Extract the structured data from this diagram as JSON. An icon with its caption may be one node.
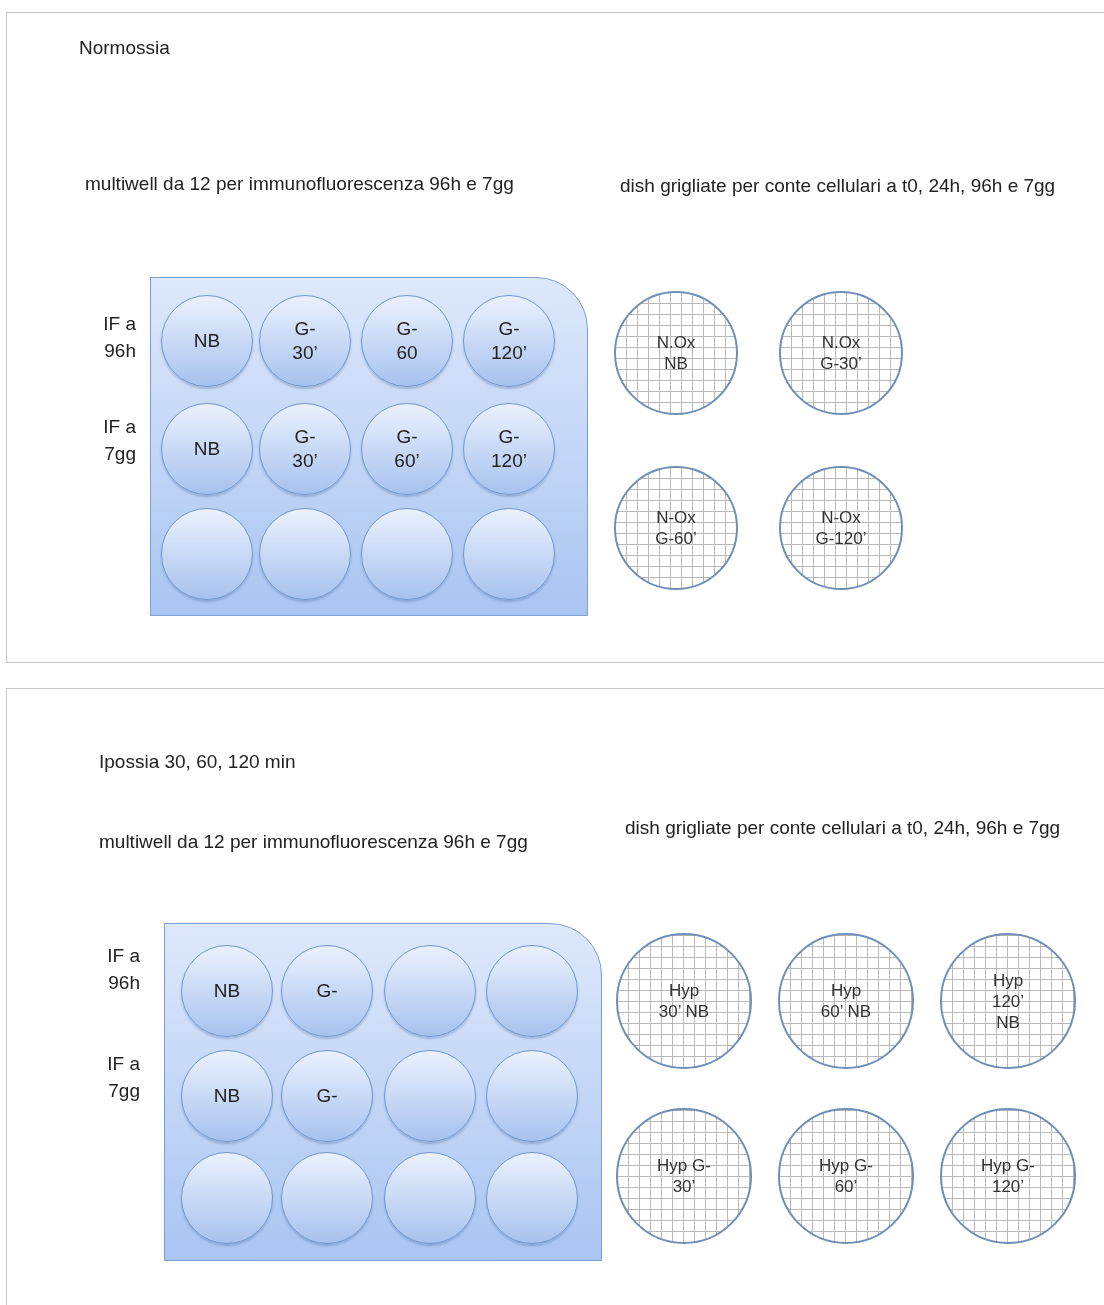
{
  "diagram": {
    "nodes": [
      {
        "text": [
          "Normossia"
        ]
      },
      {
        "text": [
          "multiwell da 12 per immunofluorescenza 96h e 7gg"
        ],
        "in": 0
      },
      {
        "text": [
          "NB"
        ],
        "in": 1
      },
      {
        "text": [
          "G- 30’"
        ],
        "in": 1
      },
      {
        "text": [
          "G- 60"
        ],
        "in": 1
      },
      {
        "text": [
          "G- 120’"
        ],
        "in": 1
      },
      {
        "text": [
          "NB"
        ],
        "in": 1
      },
      {
        "text": [
          "G- 30’"
        ],
        "in": 1
      },
      {
        "text": [
          "G- 60’"
        ],
        "in": 1
      },
      {
        "text": [
          "G- 120’"
        ],
        "in": 1
      },
      {
        "text": [],
        "shape": "circle",
        "in": 1
      },
      {
        "text": [],
        "shape": "circle",
        "in": 1
      },
      {
        "text": [],
        "shape": "circle",
        "in": 1
      },
      {
        "text": [],
        "shape": "circle",
        "in": 1
      },
      {
        "text": [
          "N.Ox NB"
        ],
        "in": 0
      },
      {
        "text": [
          "N.Ox G-30’"
        ],
        "in": 0
      },
      {
        "text": [
          "N-Ox G-60’"
        ],
        "in": 0
      },
      {
        "text": [
          "N-Ox G-120’"
        ],
        "in": 0
      },
      {
        "text": [
          "Ipossia 30, 60, 120 min"
        ]
      },
      {
        "text": [
          "multiwell da 12 per immunofluorescenza 96h e 7gg"
        ],
        "in": 18
      },
      {
        "text": [
          "NB"
        ],
        "in": 19
      },
      {
        "text": [
          "G-"
        ],
        "in": 19
      },
      {
        "text": [],
        "shape": "circle",
        "in": 19
      },
      {
        "text": [],
        "shape": "circle",
        "in": 19
      },
      {
        "text": [
          "NB"
        ],
        "in": 19
      },
      {
        "text": [
          "G-"
        ],
        "in": 19
      },
      {
        "text": [],
        "shape": "circle",
        "in": 19
      },
      {
        "text": [],
        "shape": "circle",
        "in": 19
      },
      {
        "text": [],
        "shape": "circle",
        "in": 19
      },
      {
        "text": [],
        "shape": "circle",
        "in": 19
      },
      {
        "text": [],
        "shape": "circle",
        "in": 19
      },
      {
        "text": [],
        "shape": "circle",
        "in": 19
      },
      {
        "text": [
          "Hyp 30’ NB"
        ],
        "in": 18
      },
      {
        "text": [
          "Hyp 60’ NB"
        ],
        "in": 18
      },
      {
        "text": [
          "Hyp 120’ NB"
        ],
        "in": 18
      },
      {
        "text": [
          "Hyp G- 30’"
        ],
        "in": 18
      },
      {
        "text": [
          "Hyp G- 60’"
        ],
        "in": 18
      },
      {
        "text": [
          "Hyp G- 120’"
        ],
        "in": 18
      }
    ],
    "labels": [
      "dish grigliate per conte cellulari a t0, 24h, 96h e 7gg",
      "IF a 96h",
      "IF a 7gg",
      "dish grigliate per conte cellulari a t0, 24h, 96h e 7gg",
      "IF a 96h",
      "IF a 7gg"
    ]
  }
}
